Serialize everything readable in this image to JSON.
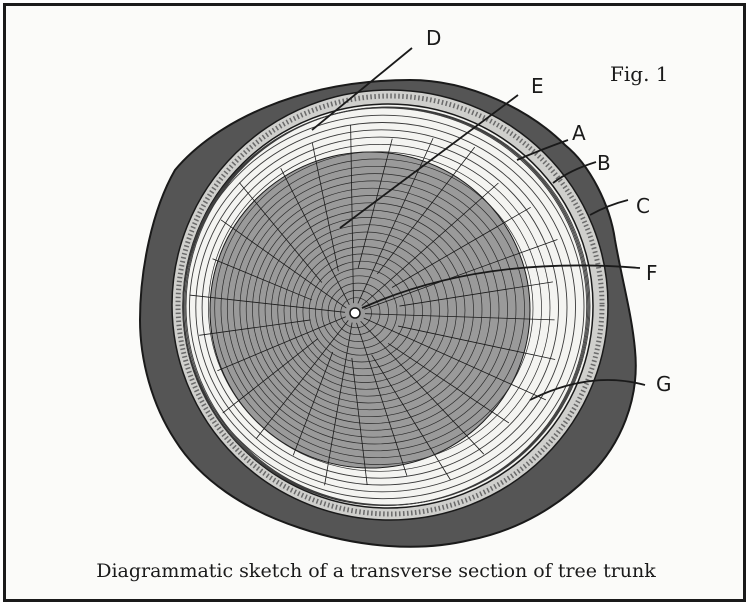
{
  "figure": {
    "label": "Fig. 1",
    "caption": "Diagrammatic sketch of a transverse section of tree trunk",
    "labels": [
      "A",
      "B",
      "C",
      "D",
      "E",
      "F",
      "G"
    ]
  },
  "colors": {
    "ink": "#1a1a1a",
    "bark": "#555555",
    "heartwood": "#9a9a9a",
    "sapwood": "#f4f4f1",
    "paper": "#fbfbf9"
  }
}
